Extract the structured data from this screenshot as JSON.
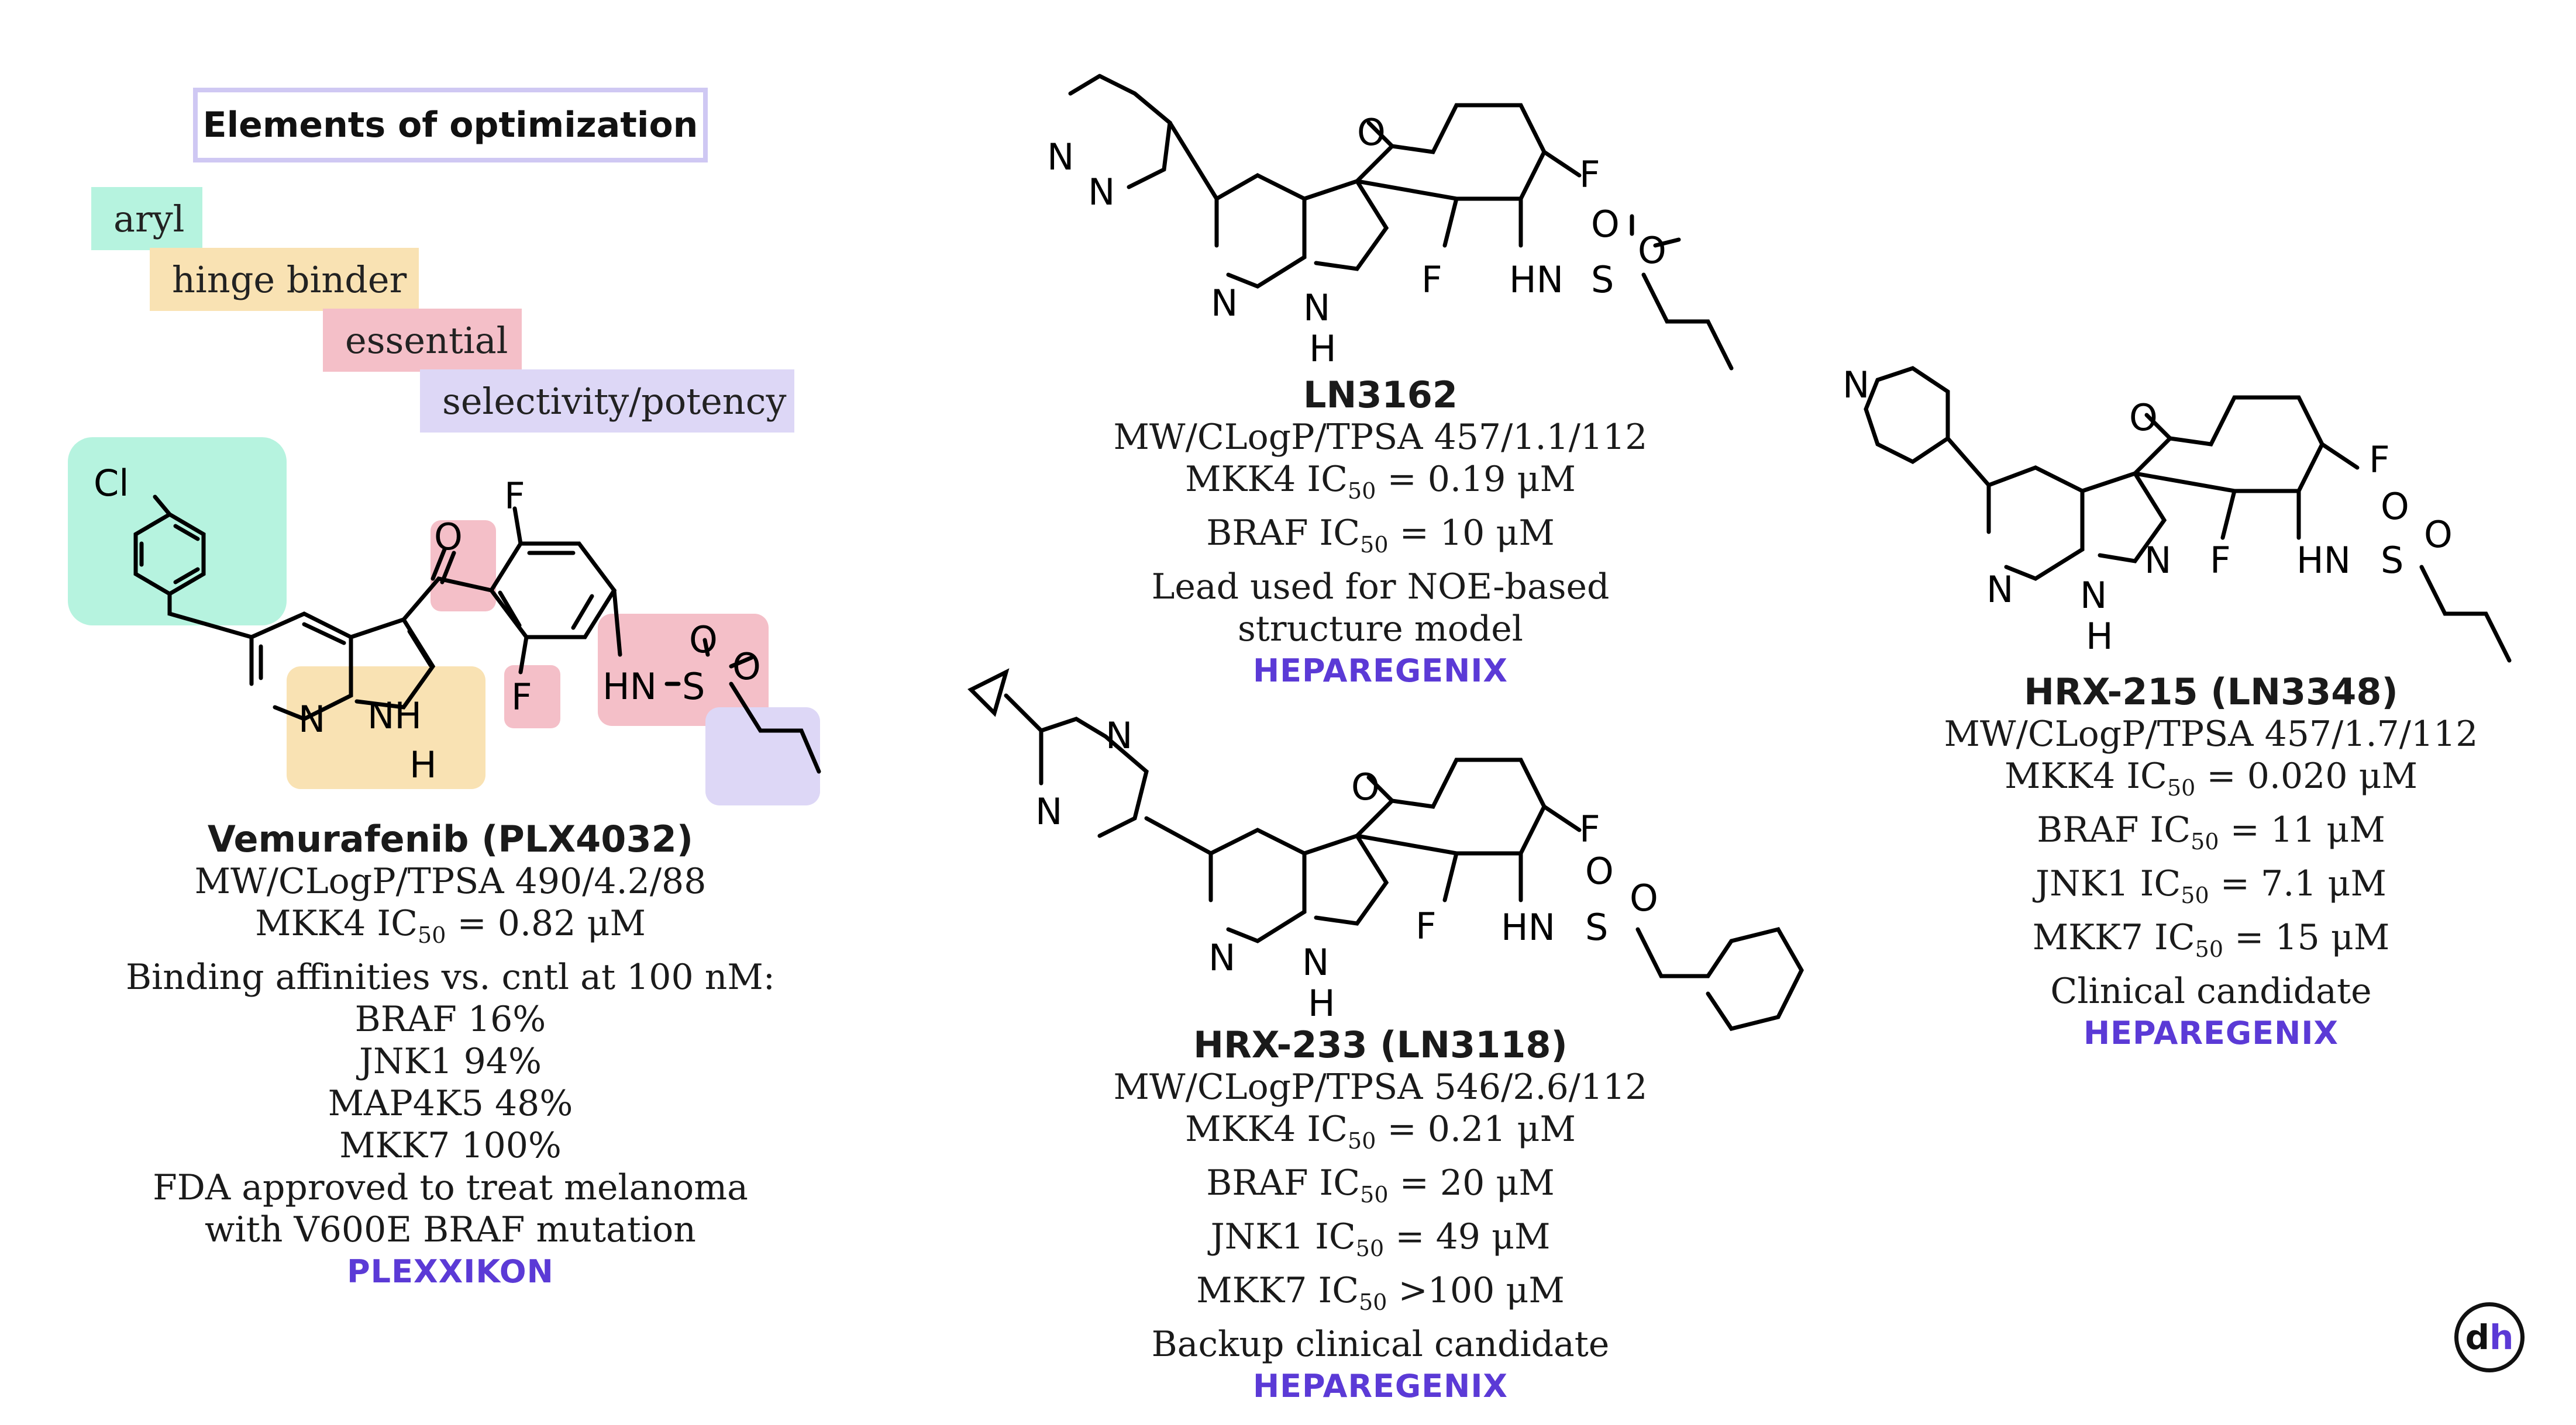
{
  "legend": {
    "title": "Elements of optimization",
    "items": [
      {
        "label": "aryl",
        "color": "#b6f3df"
      },
      {
        "label": "hinge binder",
        "color": "#f9e2b3"
      },
      {
        "label": "essential",
        "color": "#f4bfc8"
      },
      {
        "label": "selectivity/potency",
        "color": "#ddd7f6"
      }
    ]
  },
  "atoms": {
    "cl": "Cl",
    "f": "F",
    "o": "O",
    "n": "N",
    "h": "H",
    "nh": "NH",
    "hn": "HN",
    "s": "S"
  },
  "compounds": {
    "vemurafenib": {
      "name": "Vemurafenib (PLX4032)",
      "lines": [
        "MW/CLogP/TPSA 490/4.2/88",
        "MKK4 IC|50| = 0.82 μM",
        "Binding affinities vs. cntl at 100 nM:",
        "BRAF 16%",
        "JNK1 94%",
        "MAP4K5 48%",
        "MKK7 100%",
        "FDA approved to treat melanoma",
        "with V600E BRAF mutation"
      ],
      "company": "PLEXXIKON"
    },
    "ln3162": {
      "name": "LN3162",
      "lines": [
        "MW/CLogP/TPSA 457/1.1/112",
        "MKK4 IC|50| = 0.19 μM",
        "BRAF IC|50| = 10 μM",
        "Lead used for NOE-based",
        "structure model"
      ],
      "company": "HEPAREGENIX"
    },
    "hrx233": {
      "name": "HRX-233 (LN3118)",
      "lines": [
        "MW/CLogP/TPSA 546/2.6/112",
        "MKK4 IC|50| = 0.21 μM",
        "BRAF IC|50| = 20 μM",
        "JNK1 IC|50| = 49 μM",
        "MKK7 IC|50| >100 μM",
        "Backup clinical candidate"
      ],
      "company": "HEPAREGENIX"
    },
    "hrx215": {
      "name": "HRX-215 (LN3348)",
      "lines": [
        "MW/CLogP/TPSA 457/1.7/112",
        "MKK4 IC|50| = 0.020 μM",
        "BRAF IC|50| = 11 μM",
        "JNK1 IC|50| = 7.1 μM",
        "MKK7 IC|50| = 15 μM",
        "Clinical candidate"
      ],
      "company": "HEPAREGENIX"
    }
  },
  "logo": {
    "d": "d",
    "h": "h"
  }
}
